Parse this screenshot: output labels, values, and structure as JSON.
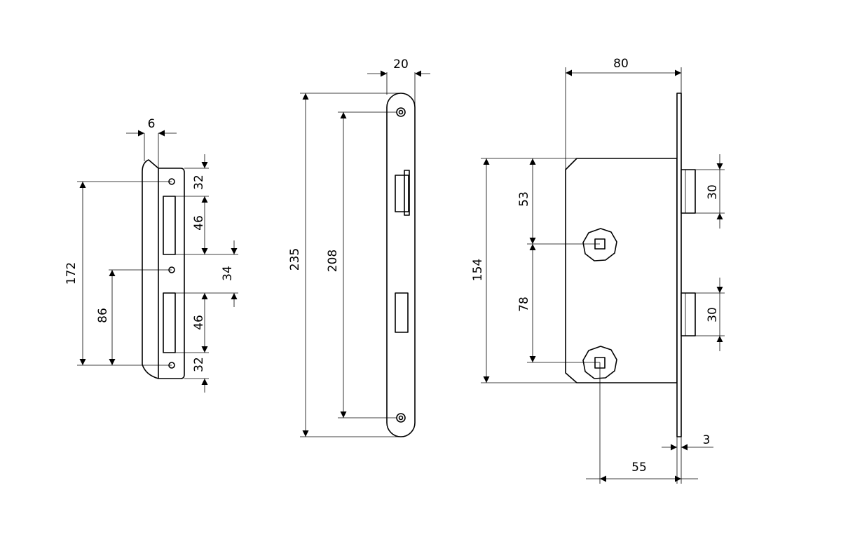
{
  "strike_plate": {
    "width_label": "6",
    "total_height_label": "172",
    "half_height_label": "86",
    "top_edge_label": "32",
    "upper_slot_label": "46",
    "middle_gap_label": "34",
    "lower_slot_label": "46",
    "bottom_edge_label": "32"
  },
  "faceplate": {
    "width_label": "20",
    "total_height_label": "235",
    "screw_spacing_label": "208"
  },
  "lock_body": {
    "backset_width_label": "80",
    "top_bolt_height_label": "30",
    "bottom_bolt_height_label": "30",
    "body_height_label": "154",
    "upper_offset_label": "53",
    "spindle_spacing_label": "78",
    "plate_thickness_label": "3",
    "spindle_backset_label": "55"
  }
}
